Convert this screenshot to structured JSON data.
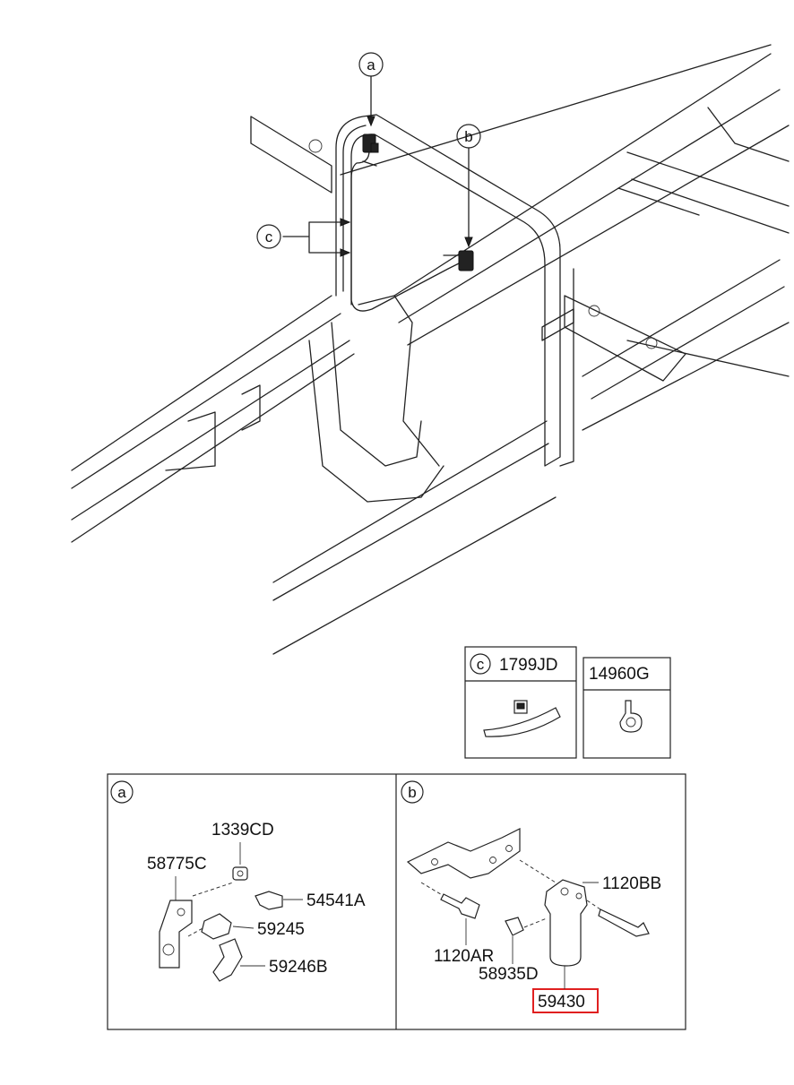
{
  "callouts": {
    "a": "a",
    "b": "b",
    "c": "c"
  },
  "legend_c": {
    "code": "1799JD"
  },
  "legend_clip": {
    "code": "14960G"
  },
  "detail_a": {
    "parts": [
      "1339CD",
      "58775C",
      "54541A",
      "59245",
      "59246B"
    ]
  },
  "detail_b": {
    "parts": [
      "1120BB",
      "1120AR",
      "58935D",
      "59430"
    ],
    "highlighted": "59430"
  }
}
